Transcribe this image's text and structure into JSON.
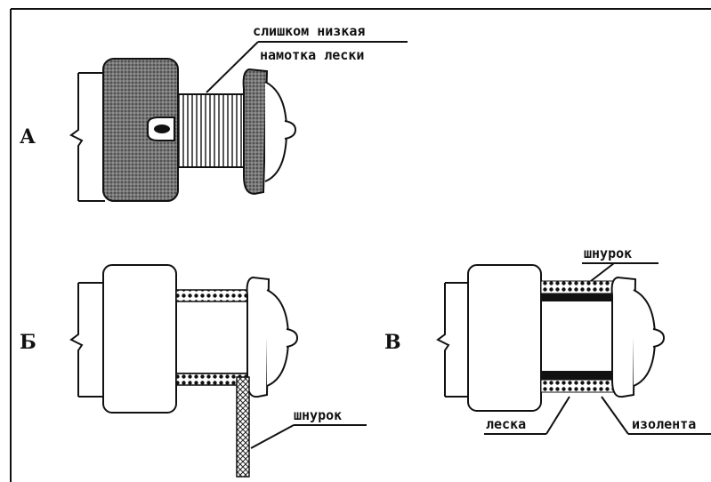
{
  "panels": {
    "a": {
      "letter": "А",
      "label_line1": "слишком низкая",
      "label_line2": "намотка лески"
    },
    "b": {
      "letter": "Б",
      "cord_label": "шнурок"
    },
    "v": {
      "letter": "В",
      "cord_label": "шнурок",
      "line_label": "леска",
      "tape_label": "изолента"
    }
  },
  "colors": {
    "ink": "#111111",
    "paper": "#ffffff",
    "shade": "#6e6e6e"
  }
}
